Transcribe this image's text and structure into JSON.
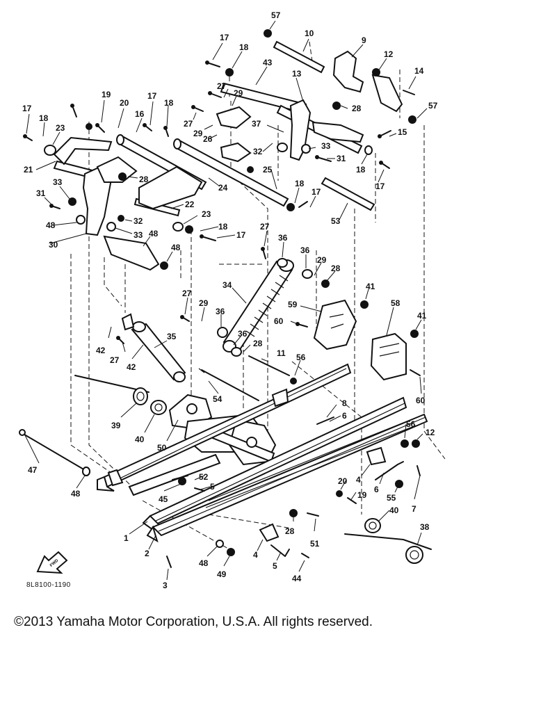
{
  "diagram_code": "8L8100-1190",
  "fwd_label": "FWD",
  "copyright": "©2013 Yamaha Motor Corporation, U.S.A. All rights reserved.",
  "callouts": [
    "57",
    "10",
    "9",
    "12",
    "14",
    "17",
    "18",
    "43",
    "13",
    "28",
    "57",
    "27",
    "29",
    "15",
    "19",
    "20",
    "17",
    "18",
    "27",
    "29",
    "26",
    "37",
    "33",
    "32",
    "31",
    "18",
    "17",
    "17",
    "18",
    "23",
    "16",
    "21",
    "28",
    "24",
    "25",
    "18",
    "17",
    "31",
    "33",
    "22",
    "53",
    "32",
    "23",
    "48",
    "33",
    "48",
    "18",
    "17",
    "30",
    "48",
    "27",
    "36",
    "36",
    "29",
    "28",
    "34",
    "41",
    "27",
    "29",
    "36",
    "59",
    "60",
    "58",
    "41",
    "42",
    "27",
    "42",
    "35",
    "36",
    "28",
    "11",
    "56",
    "60",
    "39",
    "40",
    "54",
    "8",
    "6",
    "56",
    "12",
    "50",
    "47",
    "48",
    "52",
    "5",
    "4",
    "20",
    "19",
    "6",
    "55",
    "45",
    "7",
    "1",
    "28",
    "51",
    "40",
    "38",
    "2",
    "48",
    "49",
    "4",
    "5",
    "44",
    "3"
  ]
}
